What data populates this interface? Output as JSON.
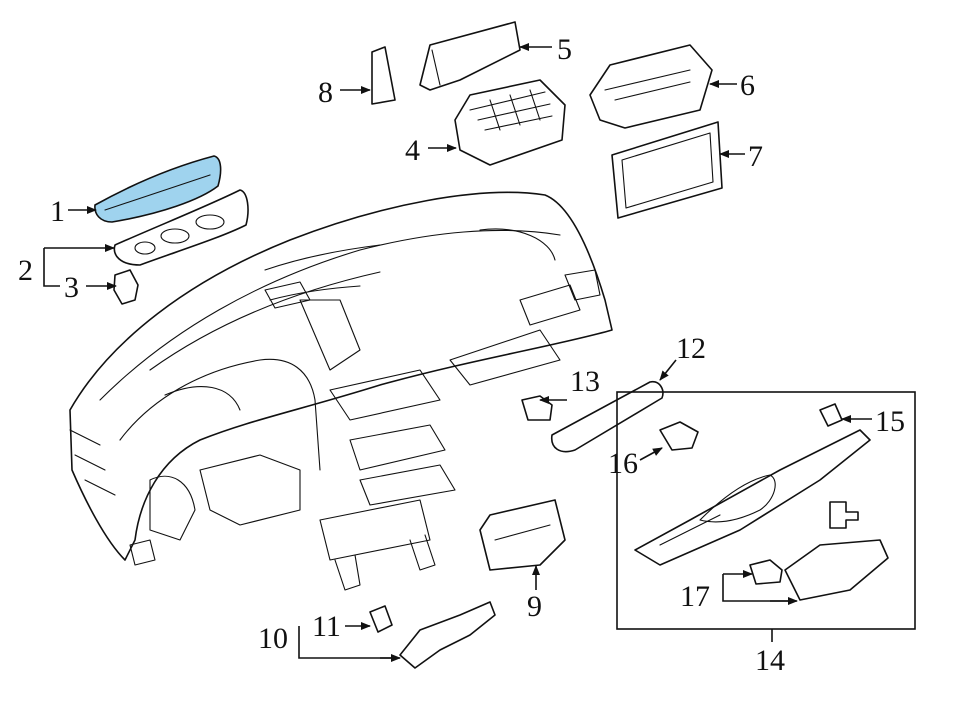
{
  "highlight_color": "#9fd3ee",
  "callouts": [
    "1",
    "2",
    "3",
    "4",
    "5",
    "6",
    "7",
    "8",
    "9",
    "10",
    "11",
    "12",
    "13",
    "14",
    "15",
    "16",
    "17"
  ]
}
